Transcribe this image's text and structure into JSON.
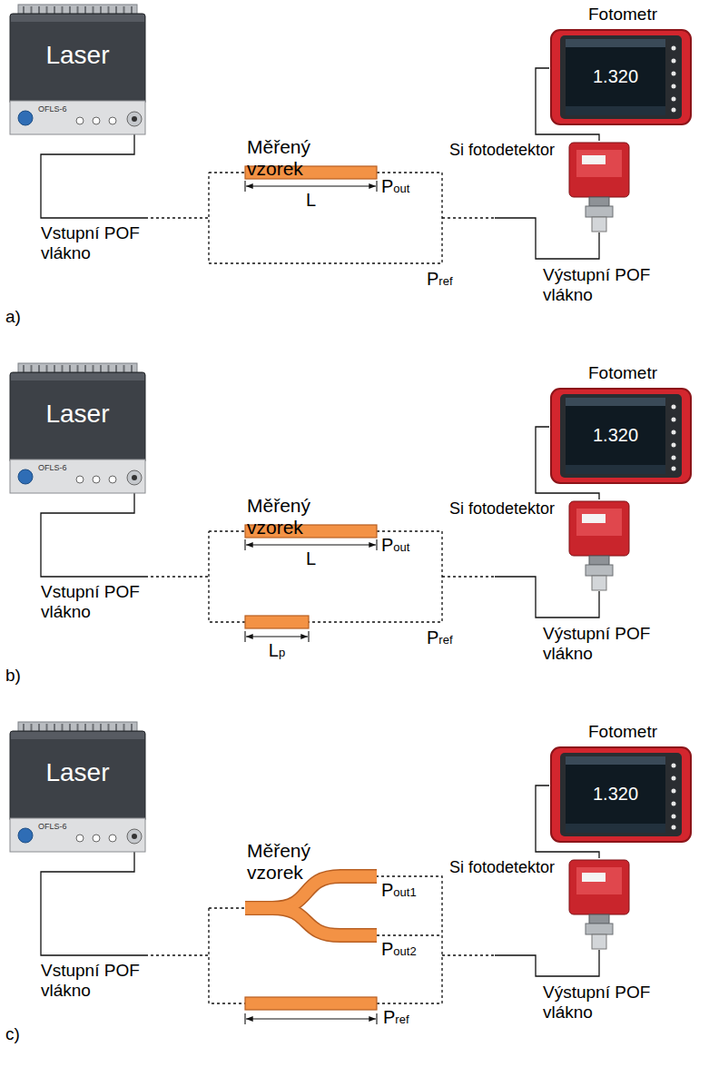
{
  "diagram": {
    "nodes": [
      {
        "text": [
          "Laser",
          "OFLS-6"
        ]
      },
      {
        "text": [
          "Fotometr",
          "1.320"
        ]
      },
      {
        "text": [
          "Si fotodetektor"
        ]
      },
      {
        "text": [
          "Laser",
          "OFLS-6"
        ]
      },
      {
        "text": [
          "Fotometr",
          "1.320"
        ]
      },
      {
        "text": [
          "Si fotodetektor"
        ]
      },
      {
        "text": [
          "Laser",
          "OFLS-6"
        ]
      },
      {
        "text": [
          "Fotometr",
          "1.320"
        ]
      },
      {
        "text": [
          "Si fotodetektor"
        ]
      }
    ],
    "edges": [
      {
        "from": 1,
        "to": 2,
        "arrow": "none"
      },
      {
        "from": 4,
        "to": 5,
        "arrow": "none"
      },
      {
        "from": 7,
        "to": 8,
        "arrow": "none"
      }
    ],
    "labels": [
      "Měřený vzorek",
      "Pout",
      "L",
      "Vstupní POF vlákno",
      "Výstupní POF vlákno",
      "Pref",
      "a)",
      "Měřený vzorek",
      "Pout",
      "L",
      "Vstupní POF vlákno",
      "Výstupní POF vlákno",
      "Pref",
      "Lp",
      "b)",
      "Měřený vzorek",
      "Pout1",
      "Pout2",
      "Vstupní POF vlákno",
      "Výstupní POF vlákno",
      "Pref",
      "c)"
    ]
  }
}
